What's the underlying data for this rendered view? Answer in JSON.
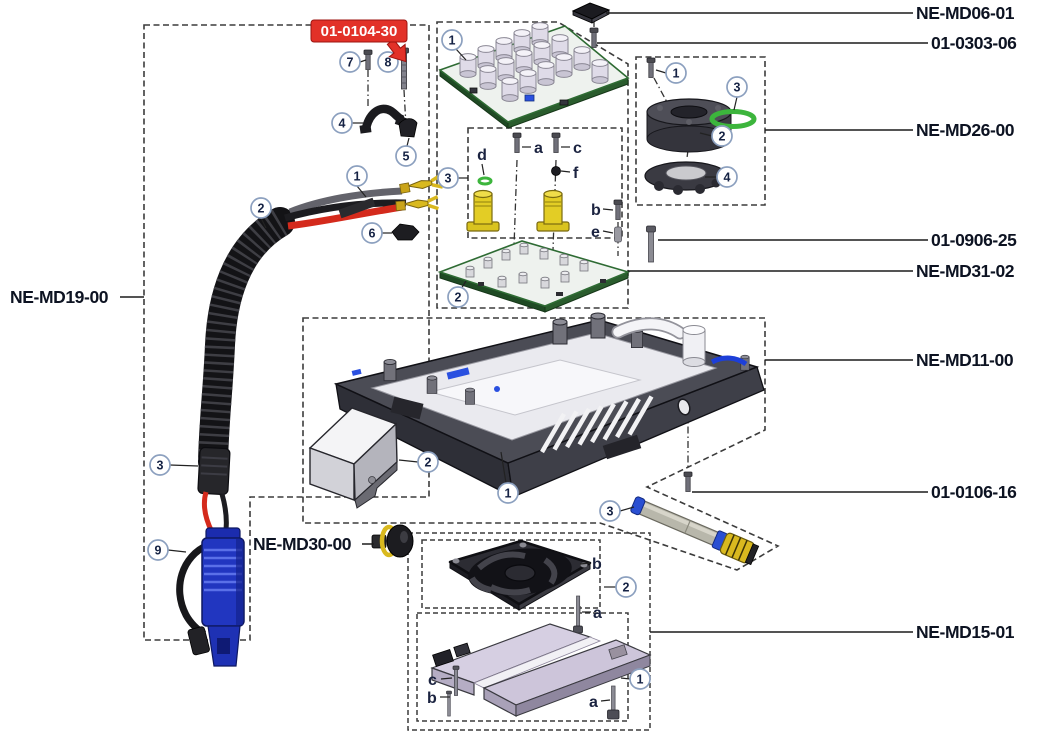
{
  "part_labels": {
    "ne_md19_00": "NE-MD19-00",
    "ne_md06_01": "NE-MD06-01",
    "p01_0303_06": "01-0303-06",
    "ne_md26_00": "NE-MD26-00",
    "p01_0906_25": "01-0906-25",
    "ne_md31_02": "NE-MD31-02",
    "ne_md11_00": "NE-MD11-00",
    "p01_0106_16": "01-0106-16",
    "ne_md15_01": "NE-MD15-01",
    "ne_md30_00": "NE-MD30-00",
    "red_callout": "01-0104-30"
  },
  "balloons": {
    "n1": "1",
    "n2": "2",
    "n3": "3",
    "n4": "4",
    "n5": "5",
    "n6": "6",
    "n7": "7",
    "n8": "8",
    "n9": "9"
  },
  "letters": {
    "a": "a",
    "b": "b",
    "c": "c",
    "d": "d",
    "e": "e",
    "f": "f"
  },
  "colors": {
    "callout_red": "#e23128",
    "wire_red": "#d42a1c",
    "terminal_yellow": "#d9b91f",
    "oring_green": "#3cb53c",
    "connector_blue": "#2136c0",
    "board_green": "#2e6b33",
    "housing_gray": "#4b4c55",
    "heatsink_lavender": "#d6cfe2",
    "label_ink": "#0d1322"
  }
}
